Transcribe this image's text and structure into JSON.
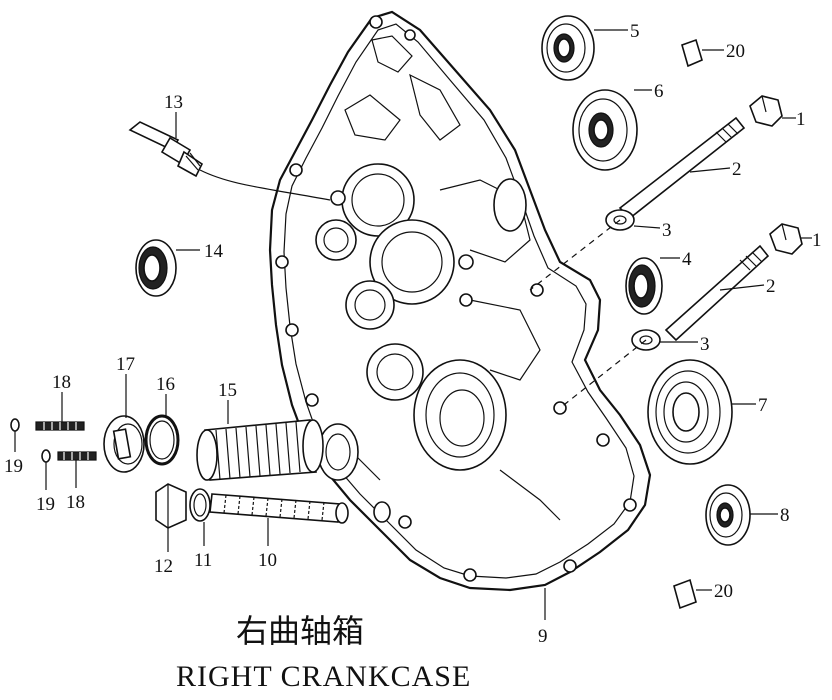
{
  "title": {
    "chinese": "右曲轴箱",
    "english": "RIGHT CRANKCASE"
  },
  "callouts": [
    {
      "id": "c1a",
      "text": "1"
    },
    {
      "id": "c1b",
      "text": "1"
    },
    {
      "id": "c2a",
      "text": "2"
    },
    {
      "id": "c2b",
      "text": "2"
    },
    {
      "id": "c3a",
      "text": "3"
    },
    {
      "id": "c3b",
      "text": "3"
    },
    {
      "id": "c4",
      "text": "4"
    },
    {
      "id": "c5",
      "text": "5"
    },
    {
      "id": "c6",
      "text": "6"
    },
    {
      "id": "c7",
      "text": "7"
    },
    {
      "id": "c8",
      "text": "8"
    },
    {
      "id": "c9",
      "text": "9"
    },
    {
      "id": "c10",
      "text": "10"
    },
    {
      "id": "c11",
      "text": "11"
    },
    {
      "id": "c12",
      "text": "12"
    },
    {
      "id": "c13",
      "text": "13"
    },
    {
      "id": "c14",
      "text": "14"
    },
    {
      "id": "c15",
      "text": "15"
    },
    {
      "id": "c16",
      "text": "16"
    },
    {
      "id": "c17",
      "text": "17"
    },
    {
      "id": "c18a",
      "text": "18"
    },
    {
      "id": "c18b",
      "text": "18"
    },
    {
      "id": "c19a",
      "text": "19"
    },
    {
      "id": "c19b",
      "text": "19"
    },
    {
      "id": "c20a",
      "text": "20"
    },
    {
      "id": "c20b",
      "text": "20"
    }
  ]
}
